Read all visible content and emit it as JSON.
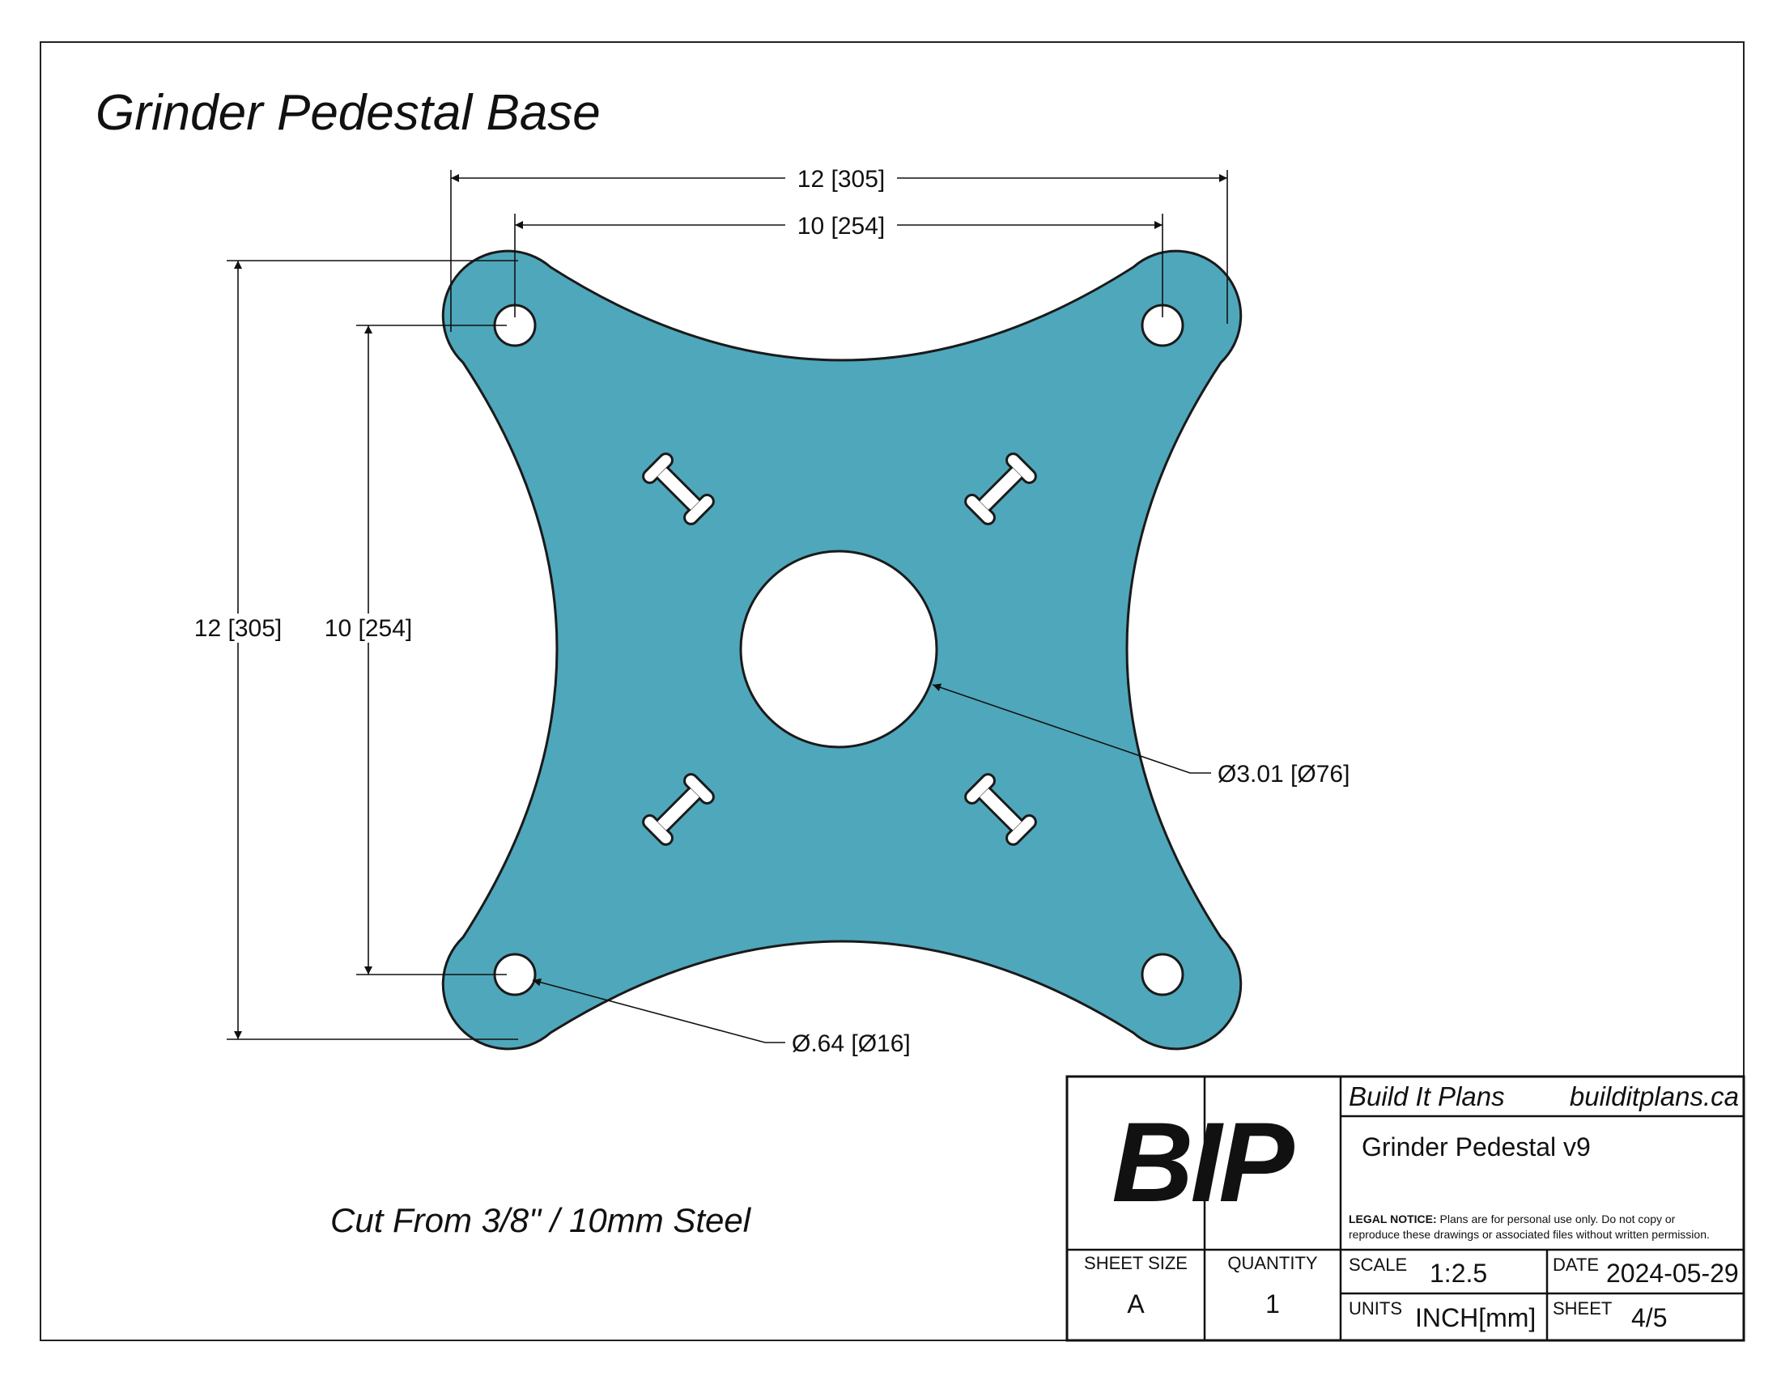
{
  "drawing": {
    "title": "Grinder Pedestal Base",
    "material_note": "Cut From 3/8\" / 10mm Steel",
    "plate_color": "#4fa7bb",
    "dimensions": {
      "overall_width": "12 [305]",
      "hole_spacing_width": "10 [254]",
      "overall_height": "12 [305]",
      "hole_spacing_height": "10 [254]",
      "center_hole_dia": "Ø3.01 [Ø76]",
      "corner_hole_dia": "Ø.64 [Ø16]"
    }
  },
  "title_block": {
    "logo": "BIP",
    "company": "Build It Plans",
    "website": "builditplans.ca",
    "project": "Grinder Pedestal v9",
    "legal_bold": "LEGAL NOTICE:",
    "legal_line1": "Plans are for personal use only. Do not copy or",
    "legal_line2": "reproduce these drawings or associated files without written permission.",
    "sheet_size_label": "SHEET SIZE",
    "sheet_size": "A",
    "quantity_label": "QUANTITY",
    "quantity": "1",
    "scale_label": "SCALE",
    "scale": "1:2.5",
    "date_label": "DATE",
    "date": "2024-05-29",
    "units_label": "UNITS",
    "units": "INCH[mm]",
    "sheet_label": "SHEET",
    "sheet": "4/5"
  }
}
